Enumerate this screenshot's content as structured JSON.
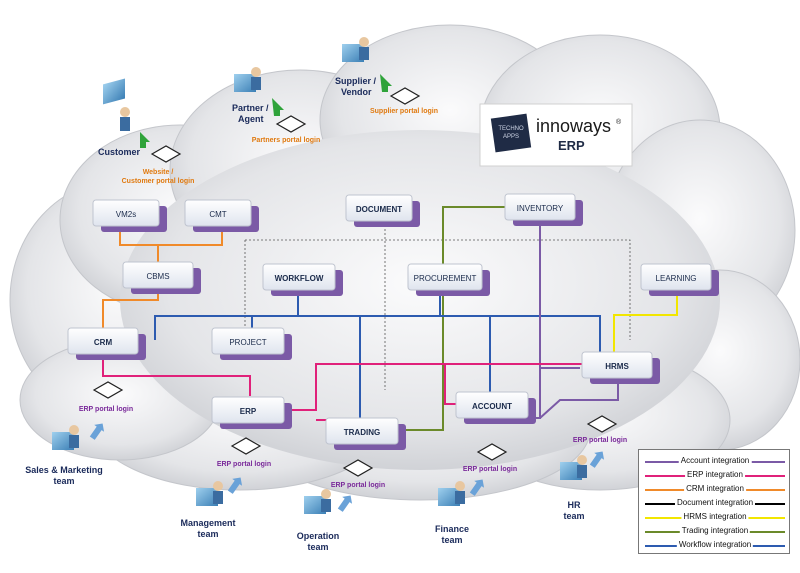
{
  "logo": {
    "brand": "innoways",
    "mark": "®",
    "product": "ERP",
    "badge_top": "TECHNO",
    "badge_bottom": "APPS"
  },
  "modules": {
    "vm2s": "VM2s",
    "cmt": "CMT",
    "document": "DOCUMENT",
    "inventory": "INVENTORY",
    "cbms": "CBMS",
    "workflow": "WORKFLOW",
    "procurement": "PROCUREMENT",
    "learning": "LEARNING",
    "crm": "CRM",
    "project": "PROJECT",
    "hrms": "HRMS",
    "erp": "ERP",
    "account": "ACCOUNT",
    "trading": "TRADING"
  },
  "portals": {
    "customer_role": "Customer",
    "customer_portal_1": "Website /",
    "customer_portal_2": "Customer portal login",
    "partner_role_1": "Partner /",
    "partner_role_2": "Agent",
    "partner_portal": "Partners portal login",
    "supplier_role_1": "Supplier /",
    "supplier_role_2": "Vendor",
    "supplier_portal": "Supplier portal login"
  },
  "teams": {
    "erp_login": "ERP portal login",
    "sales_1": "Sales & Marketing",
    "sales_2": "team",
    "management_1": "Management",
    "management_2": "team",
    "operation_1": "Operation",
    "operation_2": "team",
    "finance_1": "Finance",
    "finance_2": "team",
    "hr_1": "HR",
    "hr_2": "team"
  },
  "legend": [
    {
      "label": "Account integration",
      "color": "#7b5aa6"
    },
    {
      "label": "ERP integration",
      "color": "#e0217a"
    },
    {
      "label": "CRM integration",
      "color": "#f08a2a"
    },
    {
      "label": "Document integration",
      "color": "#000000"
    },
    {
      "label": "HRMS integration",
      "color": "#f2e600"
    },
    {
      "label": "Trading integration",
      "color": "#6b8a2a"
    },
    {
      "label": "Workflow integration",
      "color": "#2d5bb0"
    }
  ],
  "colors": {
    "account": "#7b5aa6",
    "erp": "#e0217a",
    "crm": "#f08a2a",
    "document": "#000000",
    "hrms": "#f2e600",
    "trading": "#6b8a2a",
    "workflow": "#2d5bb0",
    "portal_text": "#e07a10",
    "erp_login_text": "#7a2a9a",
    "role_text": "#1a2a5a"
  }
}
